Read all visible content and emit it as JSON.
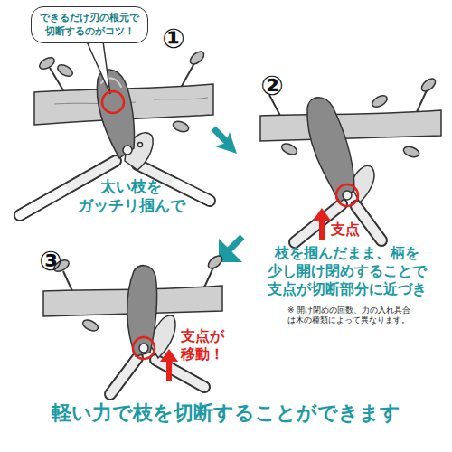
{
  "diagram": {
    "caption": "軽い力で枝を切断することができます",
    "nodes": [
      {
        "text": [
          "できるだけ刃の根元で 切断するのがコツ！"
        ]
      }
    ],
    "labels": [
      "①",
      "太い枝を ガッチリ掴んで",
      "②",
      "支点",
      "枝を掴んだまま、柄を 少し開け閉めすることで 支点が切断部分に近づき",
      "※ 開け閉めの回数、力の入れ具合 は木の種類によって異なります。",
      "③",
      "支点が 移動！"
    ]
  }
}
